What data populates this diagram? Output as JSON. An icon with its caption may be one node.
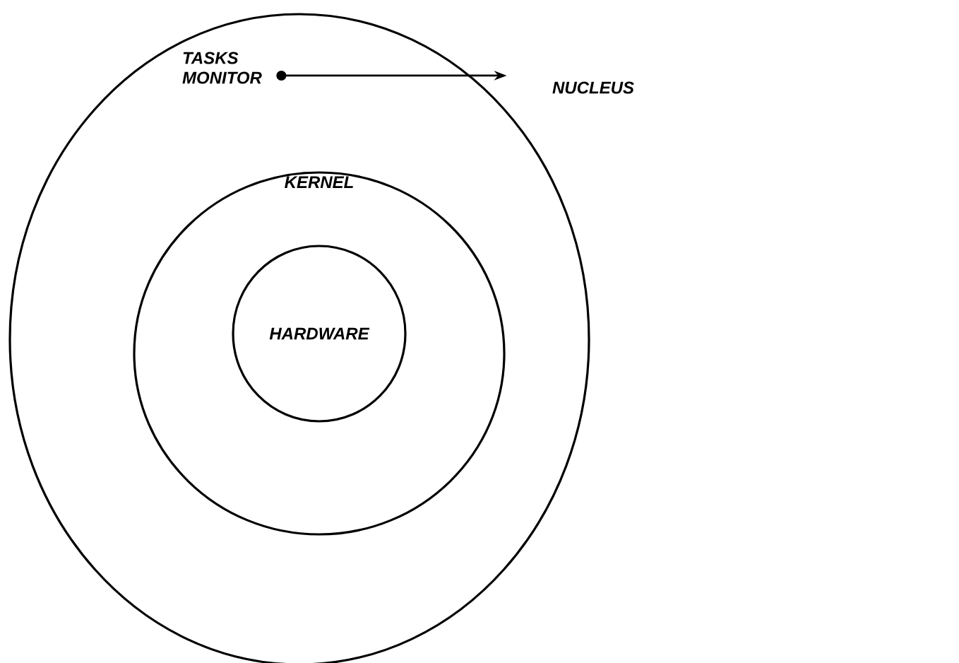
{
  "diagram": {
    "nodes": [
      {
        "text": [],
        "shape": "circle"
      },
      {
        "text": [
          "TASKS MONITOR"
        ],
        "in": 0
      },
      {
        "text": [
          "KERNEL"
        ],
        "in": 0
      },
      {
        "text": [
          "HARDWARE"
        ],
        "in": 2
      },
      {
        "text": [
          "NUCLEUS"
        ]
      }
    ],
    "edges": [
      {
        "from": 1,
        "to": 4,
        "arrow": "to"
      }
    ]
  }
}
